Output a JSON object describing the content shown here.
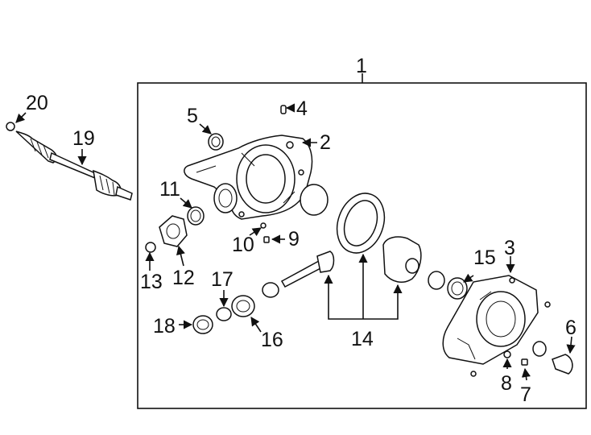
{
  "callouts": {
    "c1": "1",
    "c2": "2",
    "c3": "3",
    "c4": "4",
    "c5": "5",
    "c6": "6",
    "c7": "7",
    "c8": "8",
    "c9": "9",
    "c10": "10",
    "c11": "11",
    "c12": "12",
    "c13": "13",
    "c14": "14",
    "c15": "15",
    "c16": "16",
    "c17": "17",
    "c18": "18",
    "c19": "19",
    "c20": "20"
  },
  "colors": {
    "line": "#111111",
    "background": "#ffffff"
  }
}
